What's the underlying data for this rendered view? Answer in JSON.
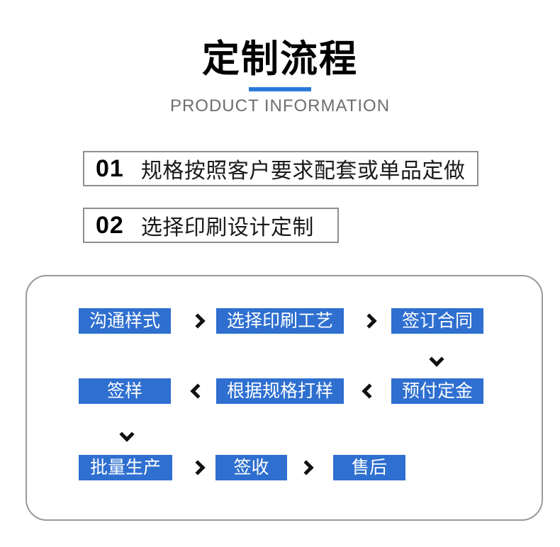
{
  "header": {
    "title": "定制流程",
    "subtitle": "PRODUCT INFORMATION"
  },
  "steps": [
    {
      "number": "01",
      "text": "规格按照客户要求配套或单品定做"
    },
    {
      "number": "02",
      "text": "选择印刷设计定制"
    }
  ],
  "flow": {
    "nodes": [
      "沟通样式",
      "选择印刷工艺",
      "签订合同",
      "签样",
      "根据规格打样",
      "预付定金",
      "批量生产",
      "签收",
      "售后"
    ],
    "path_order": [
      "沟通样式",
      "选择印刷工艺",
      "签订合同",
      "预付定金",
      "根据规格打样",
      "签样",
      "批量生产",
      "签收",
      "售后"
    ],
    "connector_directions": [
      "right",
      "right",
      "down",
      "left",
      "left",
      "down",
      "right",
      "right"
    ]
  },
  "colors": {
    "accent_blue": "#2E6FD0",
    "underline_blue": "#2A79DC",
    "panel_border_gray": "#999999",
    "step_border_gray": "#8F8F8F",
    "subtitle_gray": "#6E6E6E",
    "text_black": "#1A1A1A",
    "node_text_white": "#FFFFFF"
  }
}
